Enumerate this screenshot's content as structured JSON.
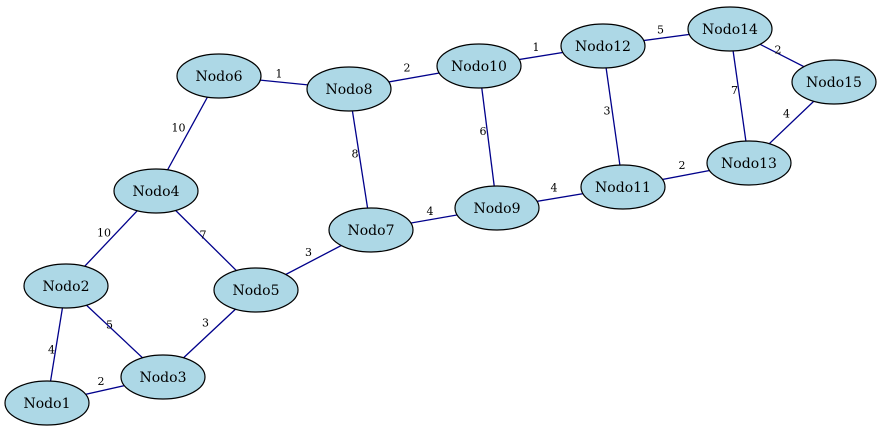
{
  "colors": {
    "node_fill": "#add8e6",
    "node_stroke": "#000000",
    "edge": "#00008b",
    "background": "#ffffff"
  },
  "nodes": [
    {
      "id": "Nodo1",
      "label": "Nodo1"
    },
    {
      "id": "Nodo2",
      "label": "Nodo2"
    },
    {
      "id": "Nodo3",
      "label": "Nodo3"
    },
    {
      "id": "Nodo4",
      "label": "Nodo4"
    },
    {
      "id": "Nodo5",
      "label": "Nodo5"
    },
    {
      "id": "Nodo6",
      "label": "Nodo6"
    },
    {
      "id": "Nodo7",
      "label": "Nodo7"
    },
    {
      "id": "Nodo8",
      "label": "Nodo8"
    },
    {
      "id": "Nodo9",
      "label": "Nodo9"
    },
    {
      "id": "Nodo10",
      "label": "Nodo10"
    },
    {
      "id": "Nodo11",
      "label": "Nodo11"
    },
    {
      "id": "Nodo12",
      "label": "Nodo12"
    },
    {
      "id": "Nodo13",
      "label": "Nodo13"
    },
    {
      "id": "Nodo14",
      "label": "Nodo14"
    },
    {
      "id": "Nodo15",
      "label": "Nodo15"
    }
  ],
  "edges": [
    {
      "from": "Nodo1",
      "to": "Nodo2",
      "weight": "4"
    },
    {
      "from": "Nodo1",
      "to": "Nodo3",
      "weight": "2"
    },
    {
      "from": "Nodo2",
      "to": "Nodo3",
      "weight": "5"
    },
    {
      "from": "Nodo2",
      "to": "Nodo4",
      "weight": "10"
    },
    {
      "from": "Nodo3",
      "to": "Nodo5",
      "weight": "3"
    },
    {
      "from": "Nodo4",
      "to": "Nodo5",
      "weight": "7"
    },
    {
      "from": "Nodo4",
      "to": "Nodo6",
      "weight": "10"
    },
    {
      "from": "Nodo5",
      "to": "Nodo7",
      "weight": "3"
    },
    {
      "from": "Nodo6",
      "to": "Nodo8",
      "weight": "1"
    },
    {
      "from": "Nodo7",
      "to": "Nodo8",
      "weight": "8"
    },
    {
      "from": "Nodo7",
      "to": "Nodo9",
      "weight": "4"
    },
    {
      "from": "Nodo8",
      "to": "Nodo10",
      "weight": "2"
    },
    {
      "from": "Nodo9",
      "to": "Nodo10",
      "weight": "6"
    },
    {
      "from": "Nodo9",
      "to": "Nodo11",
      "weight": "4"
    },
    {
      "from": "Nodo10",
      "to": "Nodo12",
      "weight": "1"
    },
    {
      "from": "Nodo11",
      "to": "Nodo12",
      "weight": "3"
    },
    {
      "from": "Nodo11",
      "to": "Nodo13",
      "weight": "2"
    },
    {
      "from": "Nodo12",
      "to": "Nodo14",
      "weight": "5"
    },
    {
      "from": "Nodo13",
      "to": "Nodo14",
      "weight": "7"
    },
    {
      "from": "Nodo13",
      "to": "Nodo15",
      "weight": "4"
    },
    {
      "from": "Nodo14",
      "to": "Nodo15",
      "weight": "2"
    }
  ]
}
